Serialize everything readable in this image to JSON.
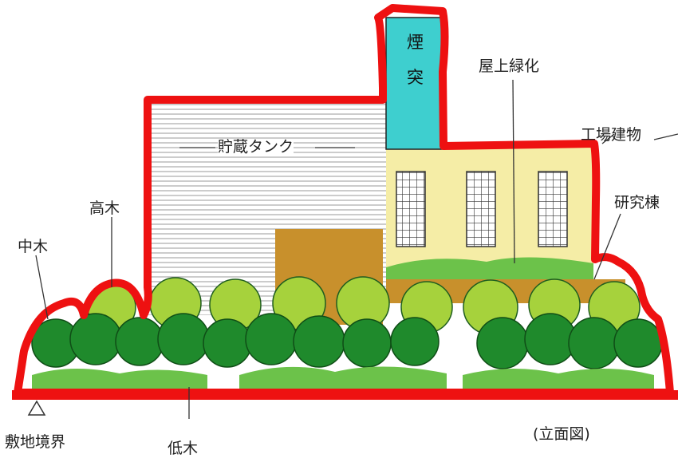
{
  "labels": {
    "chimney_1": "煙",
    "chimney_2": "突",
    "roof_greening": "屋上緑化",
    "factory_building": "工場建物",
    "storage_tank": "貯蔵タンク",
    "research_building": "研究棟",
    "tall_tree": "高木",
    "medium_tree": "中木",
    "low_tree": "低木",
    "site_boundary": "敷地境界",
    "elevation_view": "(立面図)"
  },
  "colors": {
    "outline": "#ee1111",
    "chimney": "#3ecfcf",
    "research_building": "#f5eda6",
    "tan_block": "#c8902c",
    "grass": "#6cc24a",
    "tree_light": "#a6d23c",
    "tree_dark": "#1f8a2c",
    "tank_stripes": "#9a9a9a"
  }
}
